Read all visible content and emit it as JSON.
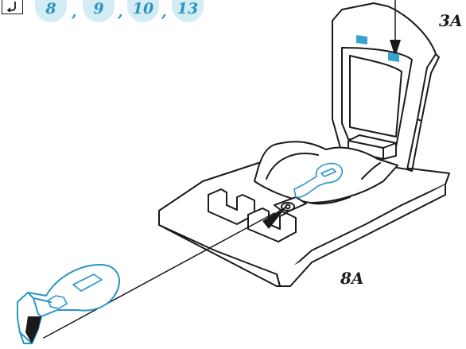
{
  "reference": {
    "icon": "return-arrow-icon",
    "steps": [
      "8",
      "9",
      "10",
      "13"
    ],
    "separator": ","
  },
  "callouts": {
    "top_right": "3A",
    "bottom": "8A"
  },
  "colors": {
    "accent": "#2a95c2",
    "badge_bg": "#d4ecf4",
    "line": "#1a1a1a"
  }
}
